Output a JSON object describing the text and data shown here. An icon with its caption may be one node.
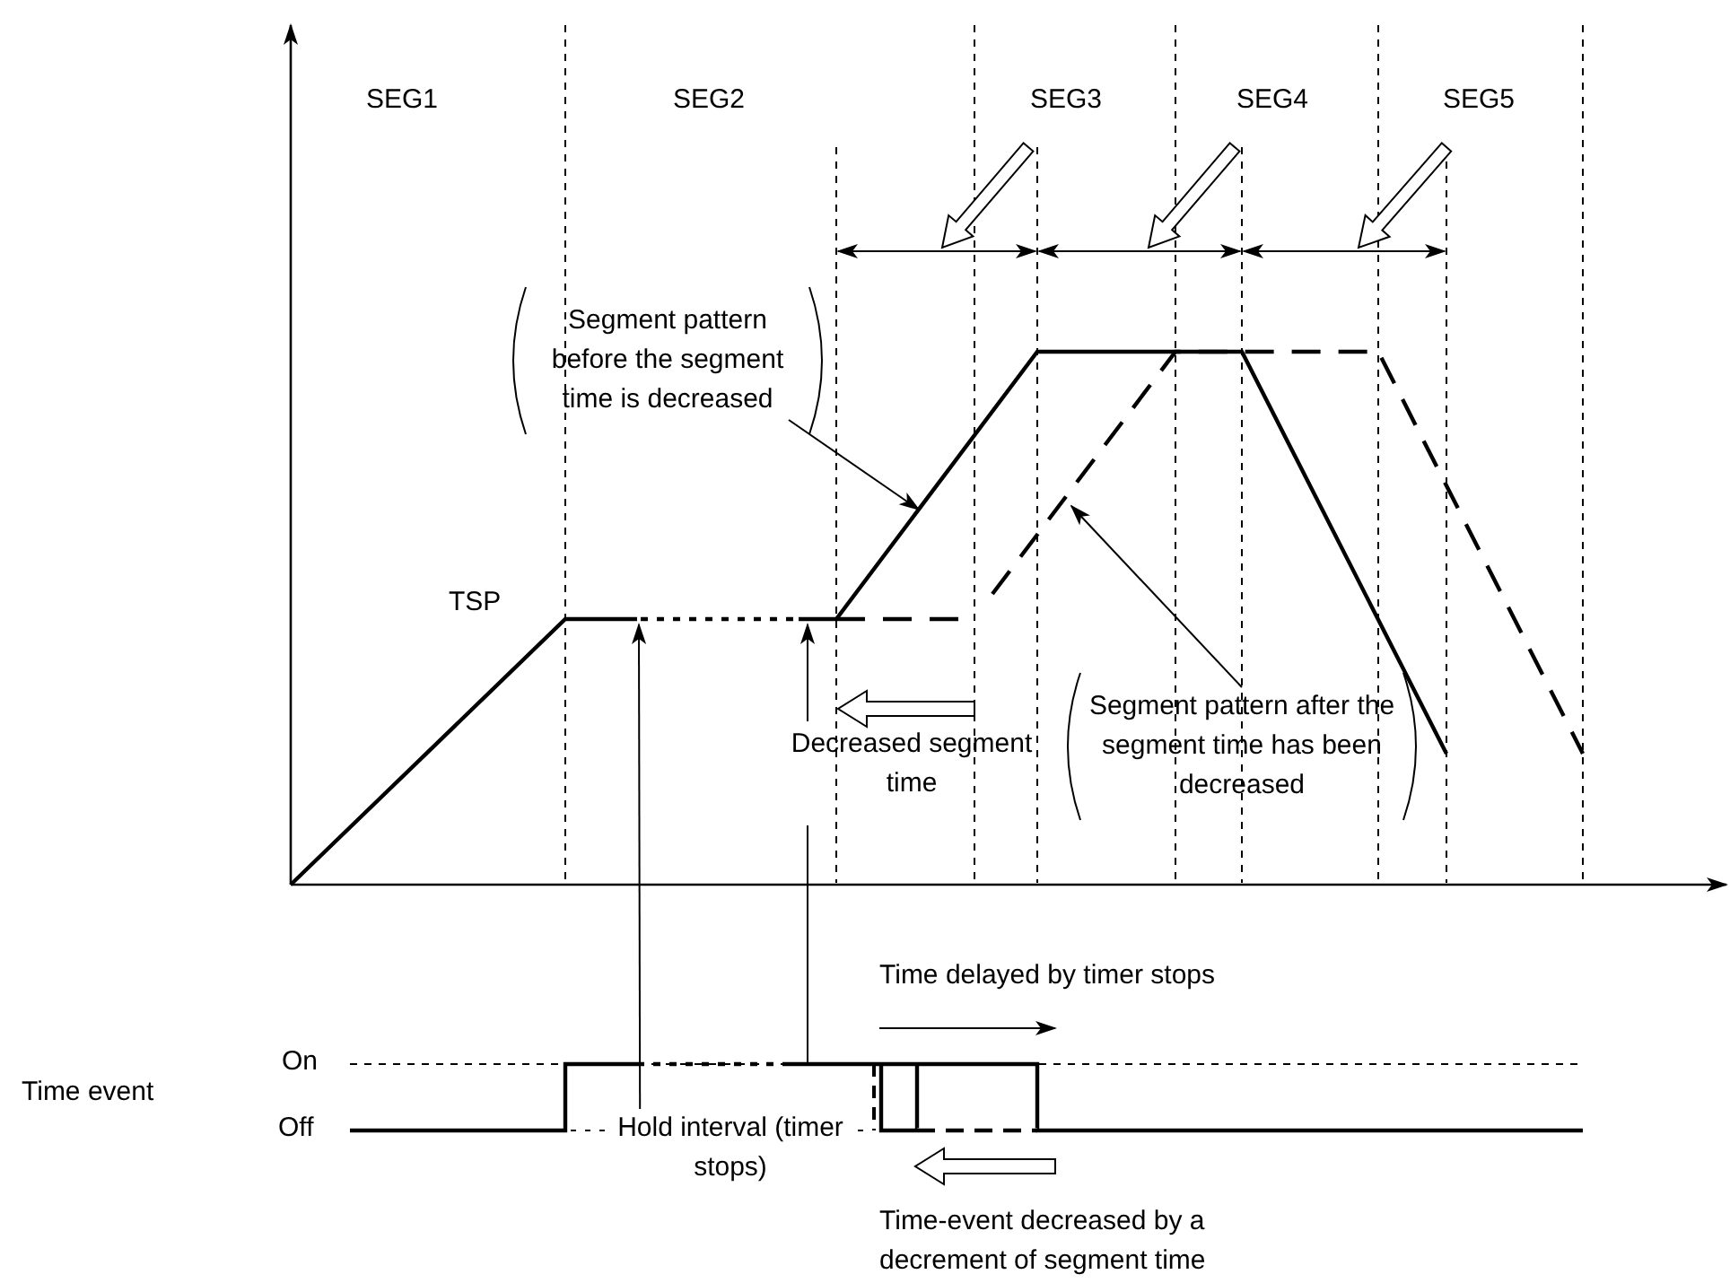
{
  "diagram": {
    "nodes": [
      {
        "text": [
          "Segment pattern before the segment time is decreased"
        ]
      },
      {
        "text": [
          "Segment pattern after the segment time has been decreased"
        ]
      },
      {
        "text": [
          "Hold interval (timer stops)"
        ]
      }
    ],
    "edges": [
      {
        "from": 0,
        "to": null,
        "arrow": "to"
      },
      {
        "from": 1,
        "to": null,
        "arrow": "to"
      },
      {
        "from": 2,
        "to": null,
        "arrow": "to"
      }
    ],
    "labels": [
      "SEG1",
      "SEG2",
      "SEG3",
      "SEG4",
      "SEG5",
      "TSP",
      "Decreased segment time",
      "Time delayed by timer stops",
      "On",
      "Time event",
      "Off",
      "Time-event decreased by a decrement of segment time"
    ]
  }
}
